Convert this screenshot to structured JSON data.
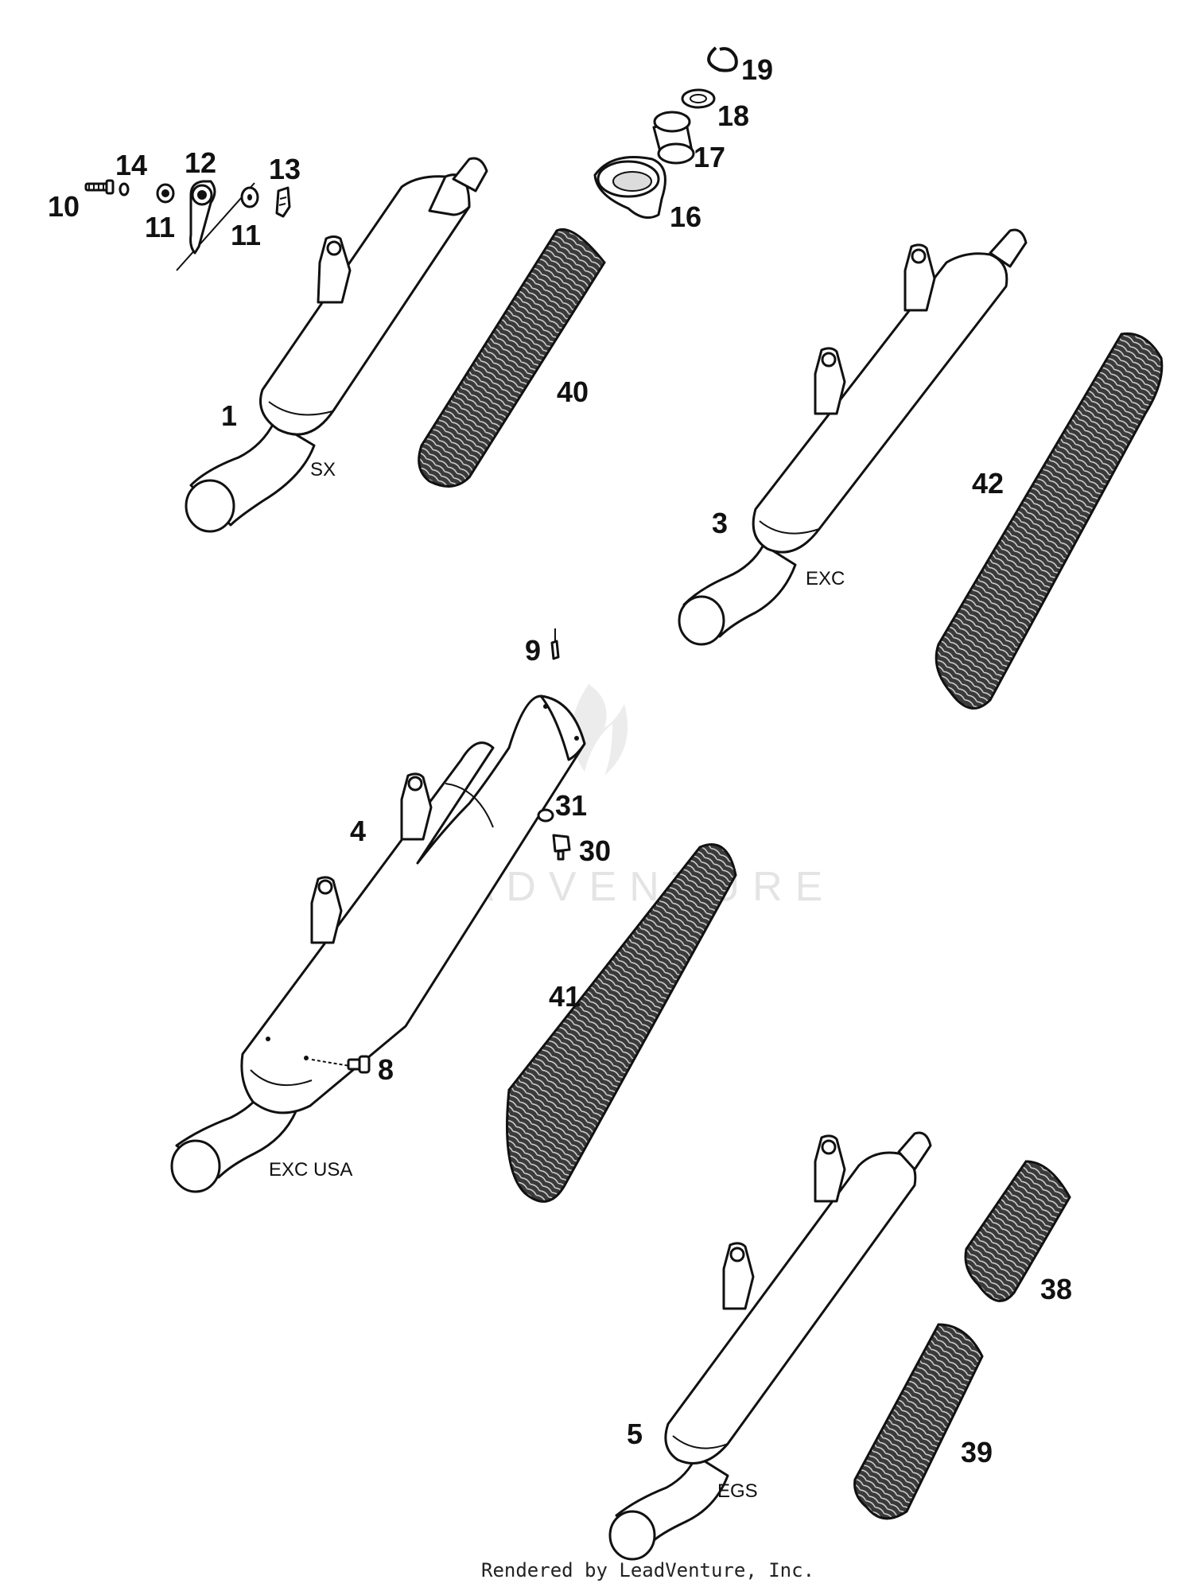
{
  "diagram": {
    "callouts": [
      {
        "id": "c19",
        "text": "19"
      },
      {
        "id": "c18",
        "text": "18"
      },
      {
        "id": "c17",
        "text": "17"
      },
      {
        "id": "c16",
        "text": "16"
      },
      {
        "id": "c14",
        "text": "14"
      },
      {
        "id": "c12",
        "text": "12"
      },
      {
        "id": "c13",
        "text": "13"
      },
      {
        "id": "c10",
        "text": "10"
      },
      {
        "id": "c11a",
        "text": "11"
      },
      {
        "id": "c11b",
        "text": "11"
      },
      {
        "id": "c40",
        "text": "40"
      },
      {
        "id": "c1",
        "text": "1"
      },
      {
        "id": "c3",
        "text": "3"
      },
      {
        "id": "c42",
        "text": "42"
      },
      {
        "id": "c9",
        "text": "9"
      },
      {
        "id": "c31",
        "text": "31"
      },
      {
        "id": "c30",
        "text": "30"
      },
      {
        "id": "c4",
        "text": "4"
      },
      {
        "id": "c41",
        "text": "41"
      },
      {
        "id": "c8",
        "text": "8"
      },
      {
        "id": "c38",
        "text": "38"
      },
      {
        "id": "c39",
        "text": "39"
      },
      {
        "id": "c5",
        "text": "5"
      }
    ],
    "variants": {
      "sx": "SX",
      "exc": "EXC",
      "exc_usa": "EXC USA",
      "egs": "EGS"
    },
    "watermark": "LEADVENTURE",
    "footer": "Rendered by LeadVenture, Inc."
  }
}
